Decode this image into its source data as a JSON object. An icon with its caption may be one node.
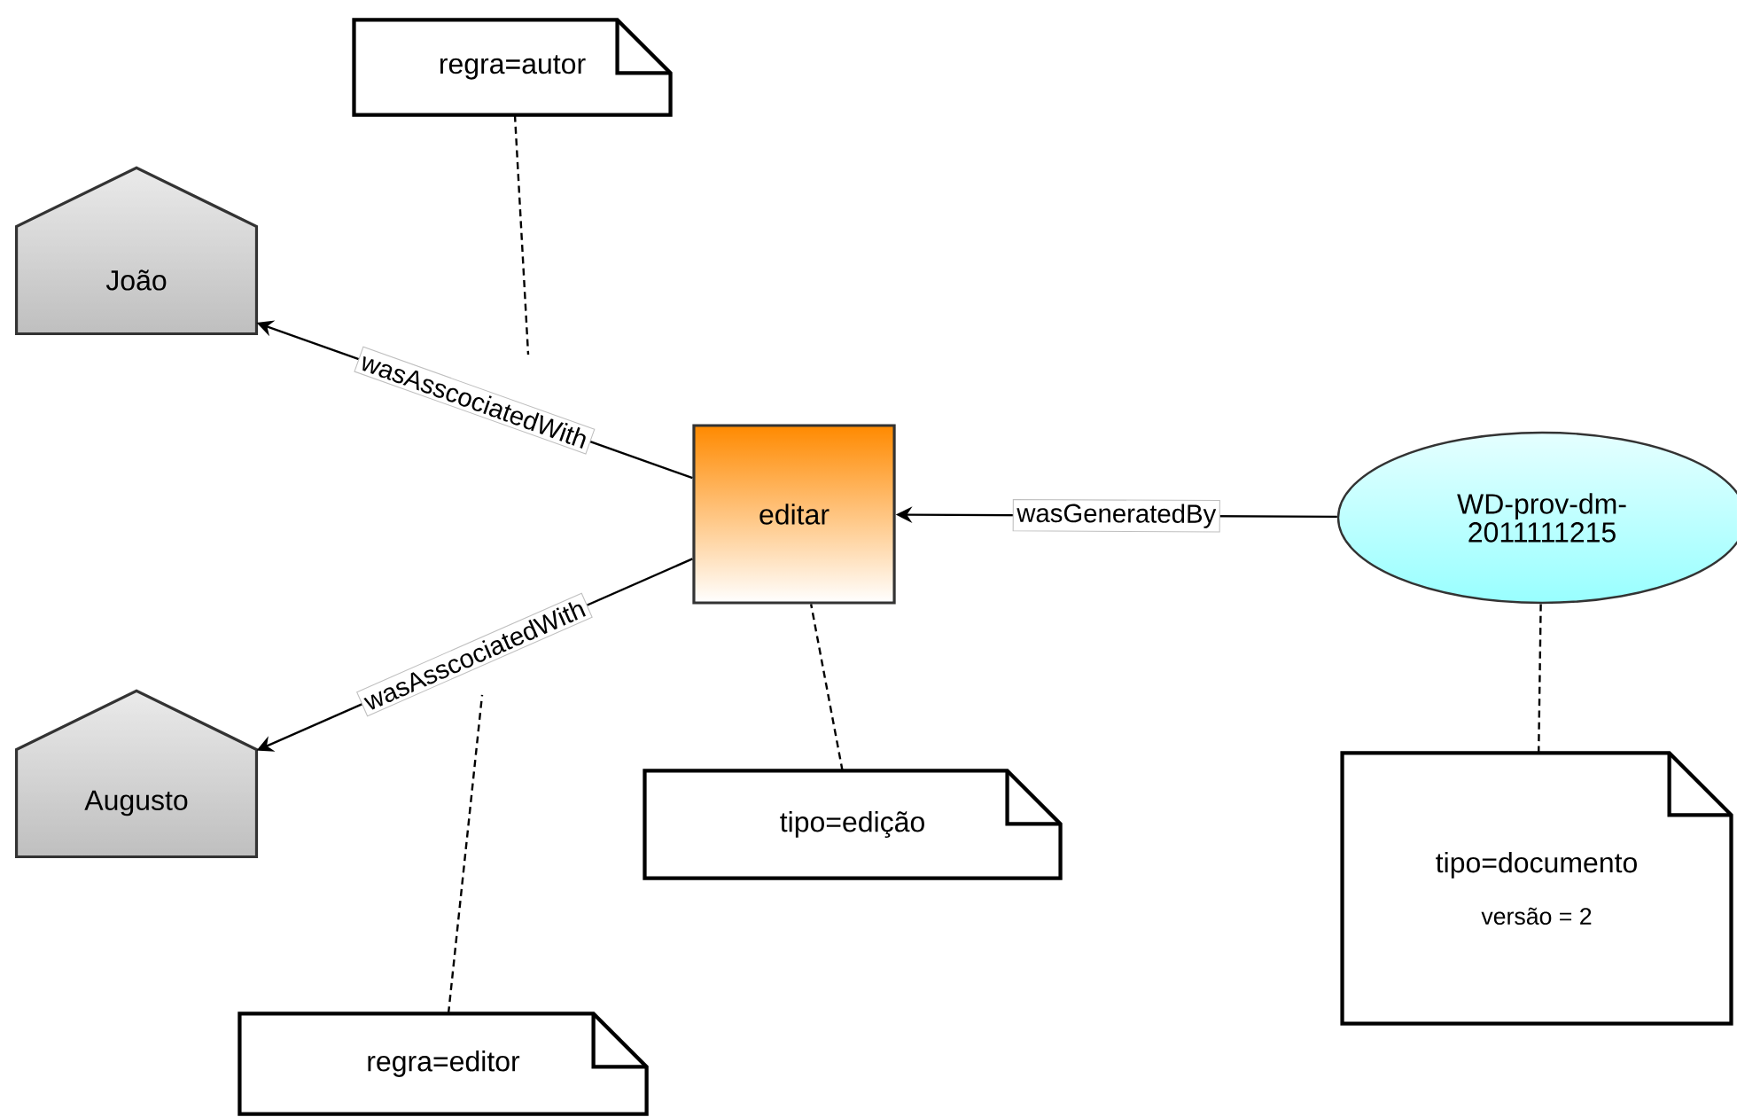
{
  "diagram": {
    "nodes": [
      {
        "text": [
          "regra=autor"
        ]
      },
      {
        "text": [
          "João"
        ]
      },
      {
        "text": [
          "editar"
        ]
      },
      {
        "text": [
          "WD-prov-dm-2011111215"
        ]
      },
      {
        "text": [
          "Augusto"
        ]
      },
      {
        "text": [
          "tipo=edição"
        ]
      },
      {
        "text": [
          "tipo=documento",
          "versão = 2"
        ]
      },
      {
        "text": [
          "regra=editor"
        ]
      }
    ],
    "edges": [
      {
        "from": 2,
        "to": 1,
        "arrow": "to",
        "label": "wasAsscociatedWith"
      },
      {
        "from": 2,
        "to": 4,
        "arrow": "to",
        "label": "wasAsscociatedWith"
      },
      {
        "from": 3,
        "to": 2,
        "arrow": "to",
        "label": "wasGeneratedBy"
      },
      {
        "from": 0,
        "to": null,
        "arrow": "none",
        "style": "dashed"
      },
      {
        "from": 7,
        "to": null,
        "arrow": "none",
        "style": "dashed"
      },
      {
        "from": 5,
        "to": 2,
        "arrow": "none",
        "style": "dashed"
      },
      {
        "from": 6,
        "to": 3,
        "arrow": "none",
        "style": "dashed"
      }
    ]
  }
}
